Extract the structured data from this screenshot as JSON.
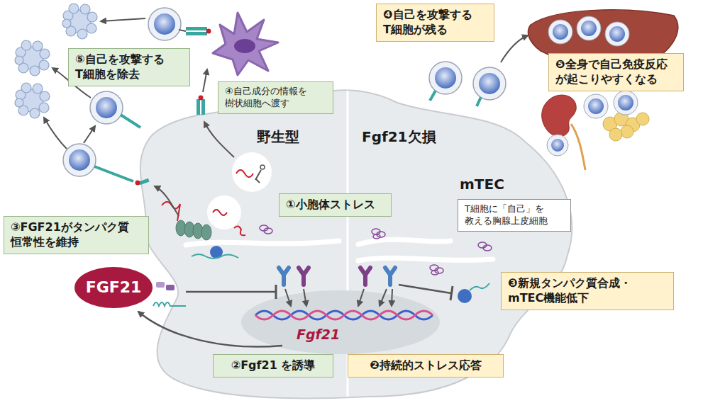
{
  "diagram": {
    "nodes": [
      {
        "text": [
          "⑤自己を攻撃する T細胞を除去"
        ]
      },
      {
        "text": [
          "④自己成分の情報を 樹状細胞へ渡す"
        ]
      },
      {
        "text": [
          "❹自己を攻撃する T細胞が残る"
        ]
      },
      {
        "text": [
          "❺全身で自己免疫反応 が起こりやすくなる"
        ]
      },
      {
        "text": [
          "①小胞体ストレス"
        ]
      },
      {
        "text": [
          "mTEC",
          "T細胞に「自己」を 教える胸腺上皮細胞"
        ]
      },
      {
        "text": [
          "③FGF21がタンパク質 恒常性を維持"
        ]
      },
      {
        "text": [
          "FGF21"
        ]
      },
      {
        "text": [
          "❸新規タンパク質合成・ mTEC機能低下"
        ]
      },
      {
        "text": [
          "②Fgf21 を誘導"
        ]
      },
      {
        "text": [
          "❷持続的ストレス応答"
        ]
      }
    ],
    "labels": [
      "野生型",
      "Fgf21欠損",
      "Fgf21"
    ]
  }
}
